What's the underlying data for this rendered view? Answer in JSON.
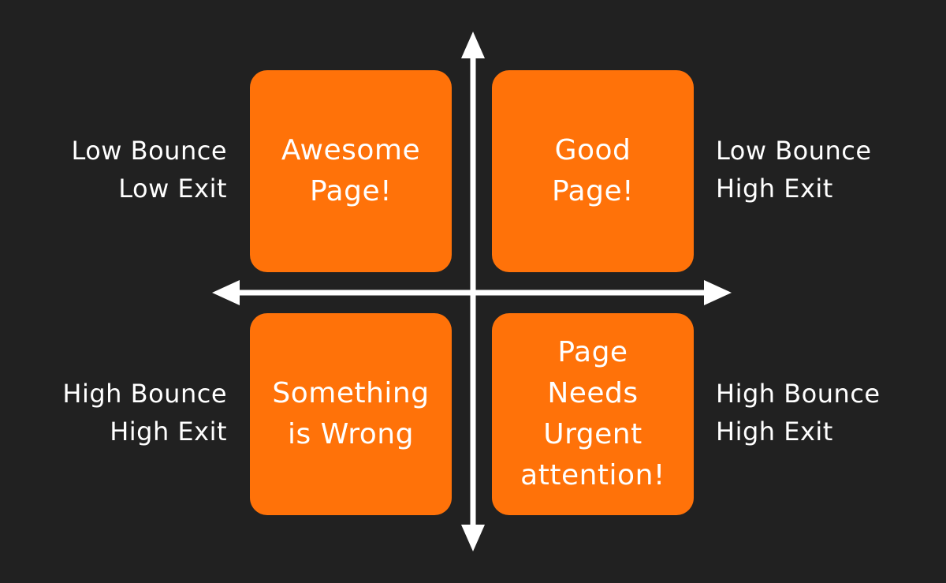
{
  "colors": {
    "background": "#212121",
    "box": "#FF7209",
    "text": "#FFFFFF",
    "axis": "#FFFFFF"
  },
  "quadrants": {
    "top_left": {
      "text": "Awesome\nPage!",
      "side_label": "Low Bounce\nLow Exit"
    },
    "top_right": {
      "text": "Good\nPage!",
      "side_label": "Low Bounce\nHigh Exit"
    },
    "bottom_left": {
      "text": "Something\nis Wrong",
      "side_label": "High Bounce\nHigh Exit"
    },
    "bottom_right": {
      "text": "Page\nNeeds\nUrgent\nattention!",
      "side_label": "High Bounce\nHigh Exit"
    }
  }
}
